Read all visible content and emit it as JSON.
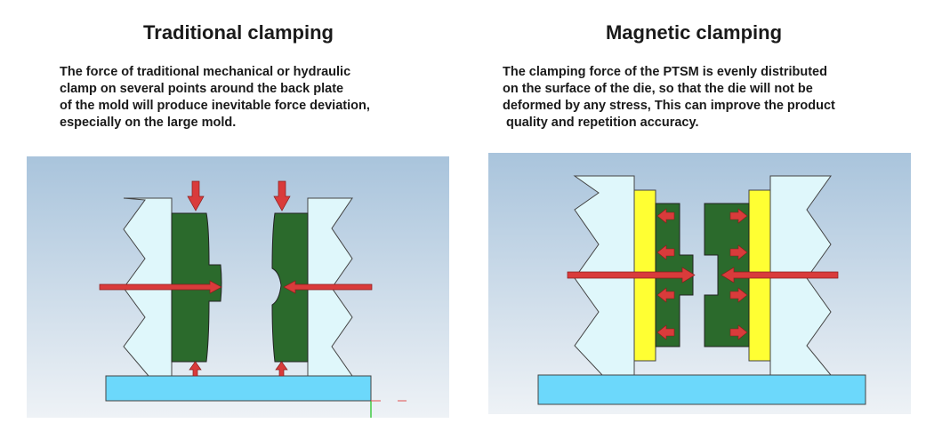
{
  "left": {
    "title": "Traditional clamping",
    "description": "The force of traditional mechanical or hydraulic\nclamp on several points around the back plate\nof the mold will produce inevitable force deviation,\nespecially on the large mold."
  },
  "right": {
    "title": "Magnetic clamping",
    "description": "The clamping force of the PTSM is evenly distributed\non the surface of the die, so that the die will not be\ndeformed by any stress, This can improve the product\n quality and repetition accuracy."
  },
  "colors": {
    "sky_top": "#a9c4dc",
    "sky_bottom": "#eef2f6",
    "platen": "#dff7fb",
    "base": "#6cd8fb",
    "mold": "#2b6a2c",
    "magnet": "#ffff33",
    "arrow": "#d93b3b"
  }
}
